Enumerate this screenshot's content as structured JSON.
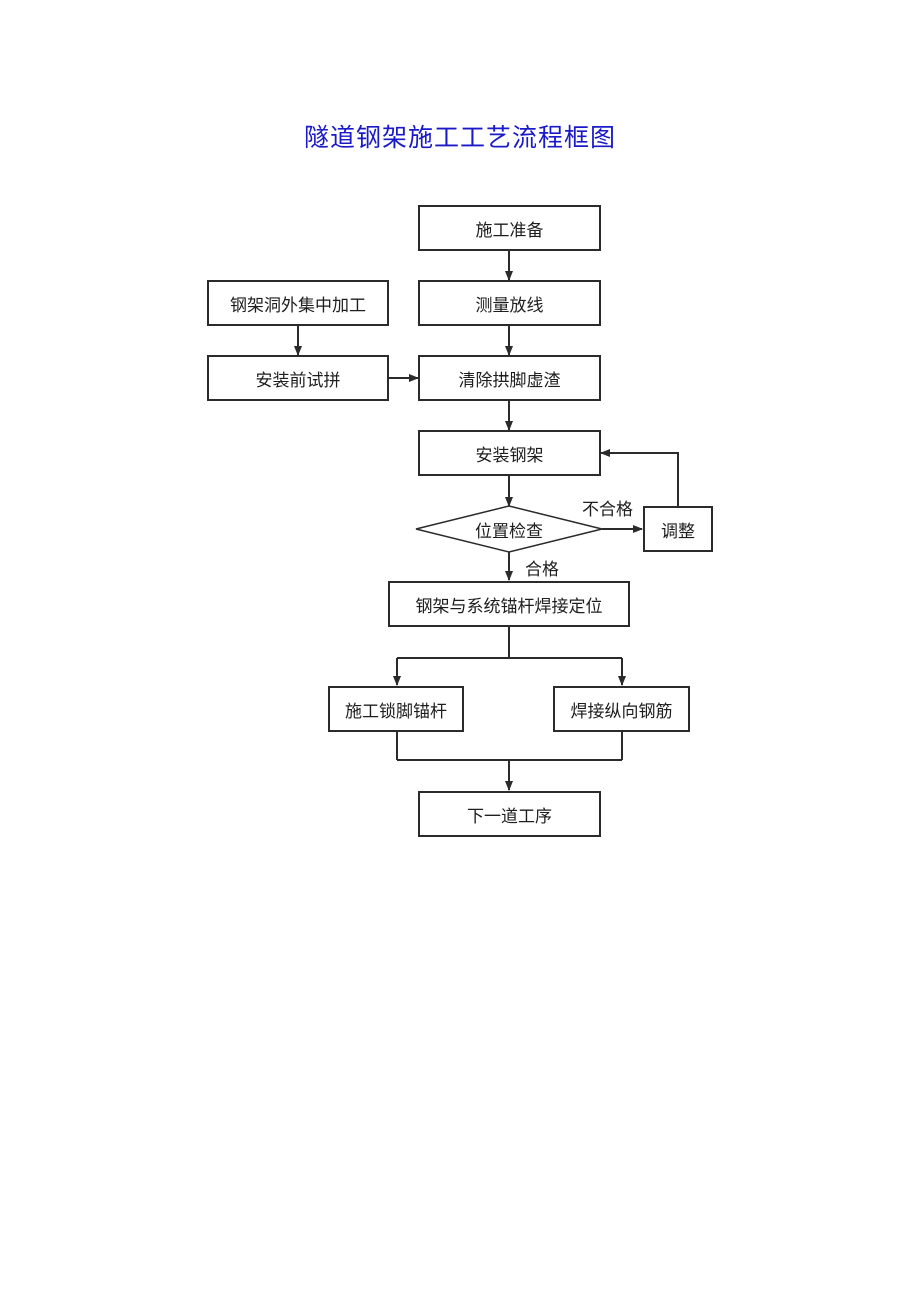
{
  "title": "隧道钢架施工工艺流程框图",
  "nodes": {
    "prep": "施工准备",
    "survey": "测量放线",
    "offsite": "钢架洞外集中加工",
    "trial": "安装前试拼",
    "clear": "清除拱脚虚渣",
    "install": "安装钢架",
    "check": "位置检查",
    "adjust": "调整",
    "weld_anchor": "钢架与系统锚杆焊接定位",
    "lock_anchor": "施工锁脚锚杆",
    "weld_rebar": "焊接纵向钢筋",
    "next": "下一道工序"
  },
  "edges": {
    "fail": "不合格",
    "pass": "合格"
  },
  "colors": {
    "title": "#1a1ac8",
    "line": "#2b2b2b"
  }
}
